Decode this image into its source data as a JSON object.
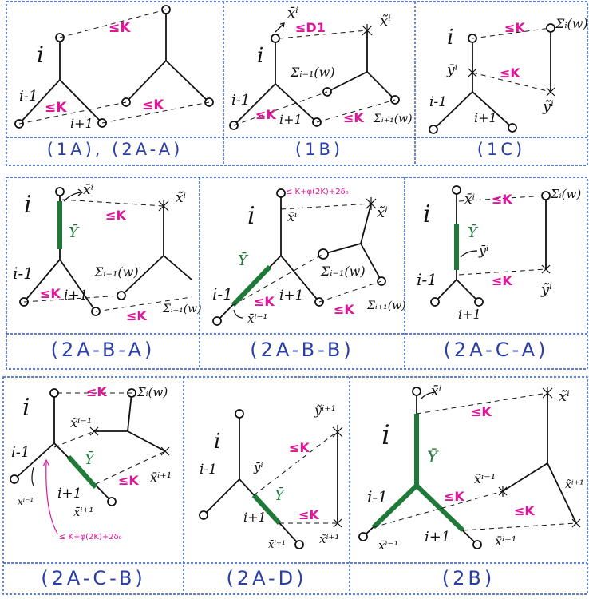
{
  "captions": {
    "c1": "(1A), (2A-A)",
    "c2": "(1B)",
    "c3": "(1C)",
    "c4": "(2A-B-A)",
    "c5": "(2A-B-B)",
    "c6": "(2A-C-A)",
    "c7": "(2A-C-B)",
    "c8": "(2A-D)",
    "c9": "(2B)"
  },
  "labels": {
    "i": "i",
    "i_minus": "i-1",
    "i_plus": "i+1",
    "le_k": "≤K",
    "le_d1": "≤D1",
    "le_long": "≤ K+φ(2K)+2δ₀",
    "x_i": "x̄ⁱ",
    "x_tilde_i": "x̃ⁱ",
    "x_i_minus": "x̄ⁱ⁻¹",
    "x_i_plus": "x̄ⁱ⁺¹",
    "x_tilde_i_minus": "x̃ⁱ⁻¹",
    "x_tilde_i_plus": "x̃ⁱ⁺¹",
    "y_bar": "Ȳ",
    "y_bar_i": "ȳⁱ",
    "y_tilde_i": "ỹⁱ",
    "y_tilde_i_plus": "ỹⁱ⁺¹",
    "sigma_i": "Σᵢ(w)",
    "sigma_i_minus": "Σᵢ₋₁(w)",
    "sigma_i_plus": "Σᵢ₊₁(w)"
  },
  "colors": {
    "border": "#2a56c4",
    "caption": "#2a3fa8",
    "magenta": "#e0169a",
    "green": "#1f7a3a",
    "ink": "#111111"
  }
}
